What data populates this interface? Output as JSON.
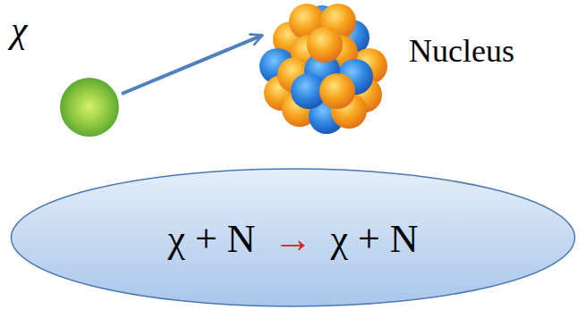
{
  "diagram": {
    "nodes": [
      {
        "text": [
          "χ"
        ]
      },
      {
        "text": [
          "Nucleus"
        ]
      },
      {
        "text": [
          "χ + N",
          "→",
          "χ + N"
        ]
      }
    ],
    "edges": [
      {
        "from": 0,
        "to": 1,
        "arrow": "to"
      }
    ]
  }
}
